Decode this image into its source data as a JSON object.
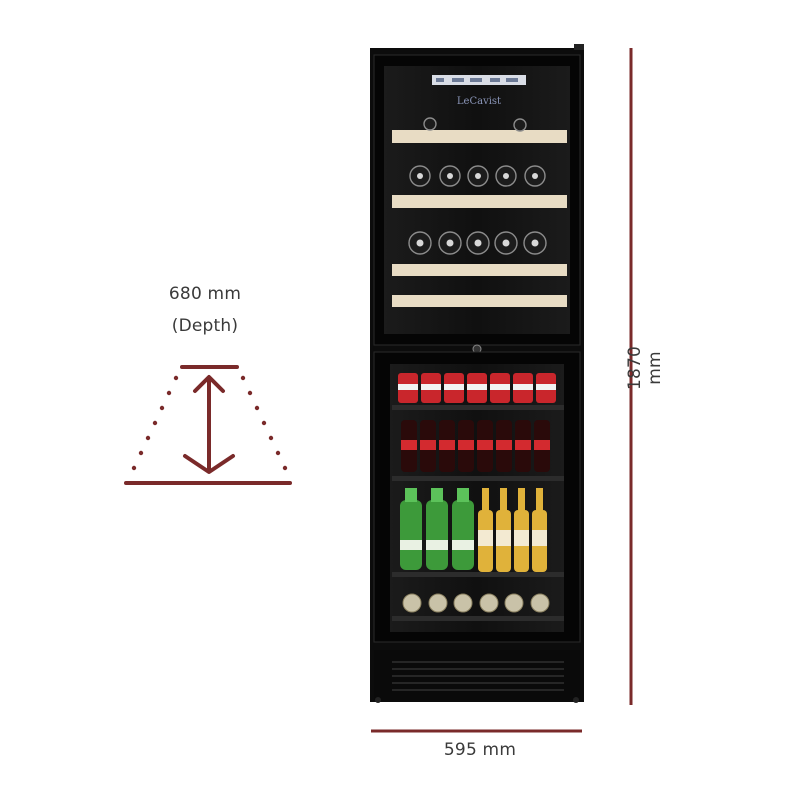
{
  "dimensions": {
    "depth_value": "680 mm",
    "depth_label": "(Depth)",
    "width_value": "595 mm",
    "height_value": "1870 mm"
  },
  "product": {
    "brand_logo": "LeCavist",
    "upper_zone_contents": "wine bottles",
    "lower_zone_contents": "cans and bottles"
  },
  "colors": {
    "dimension_lines": "#7a2a2a",
    "cabinet": "#0c0c0c",
    "shelf_wood": "#e8dcc4"
  }
}
